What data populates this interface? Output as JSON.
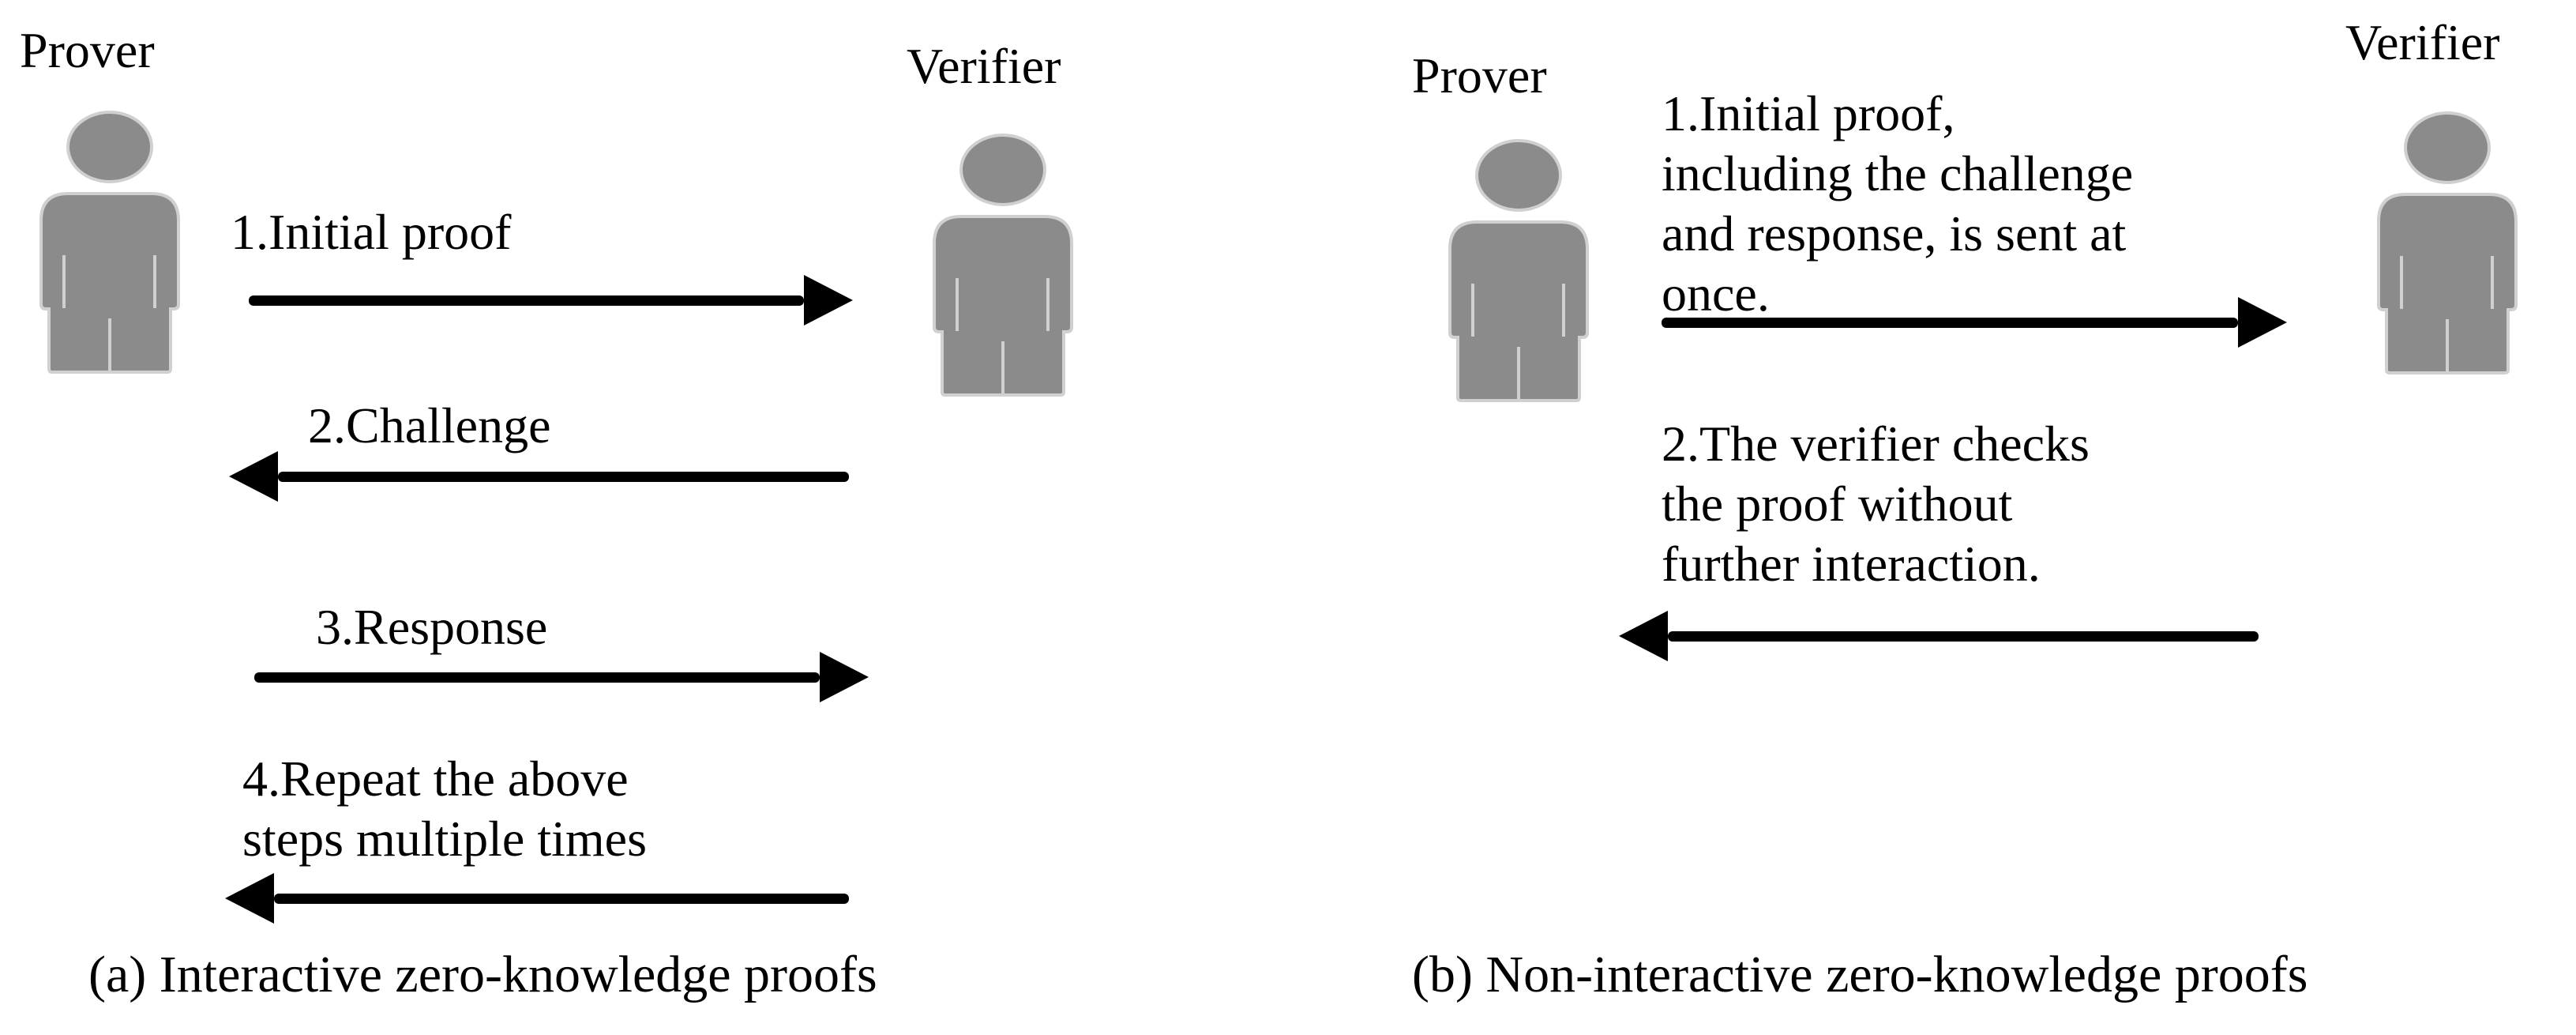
{
  "figure": {
    "panel_a": {
      "prover_label": "Prover",
      "verifier_label": "Verifier",
      "messages": [
        {
          "lines": [
            "1.Initial proof"
          ],
          "direction": "right"
        },
        {
          "lines": [
            "2.Challenge"
          ],
          "direction": "left"
        },
        {
          "lines": [
            "3.Response"
          ],
          "direction": "right"
        },
        {
          "lines": [
            "4.Repeat the above",
            "steps multiple times"
          ],
          "direction": "left"
        }
      ],
      "caption": "(a) Interactive zero-knowledge proofs"
    },
    "panel_b": {
      "prover_label": "Prover",
      "verifier_label": "Verifier",
      "messages": [
        {
          "lines": [
            "1.Initial proof,",
            "including the challenge",
            "and response, is sent at",
            "once."
          ],
          "direction": "right"
        },
        {
          "lines": [
            "2.The verifier checks",
            "the proof without",
            "further interaction."
          ],
          "direction": "left"
        }
      ],
      "caption": "(b) Non-interactive zero-knowledge proofs"
    },
    "colors": {
      "background": "#ffffff",
      "text": "#000000",
      "arrow": "#000000",
      "person_fill": "#8b8b8b",
      "person_outline": "#d0d0d0"
    }
  }
}
